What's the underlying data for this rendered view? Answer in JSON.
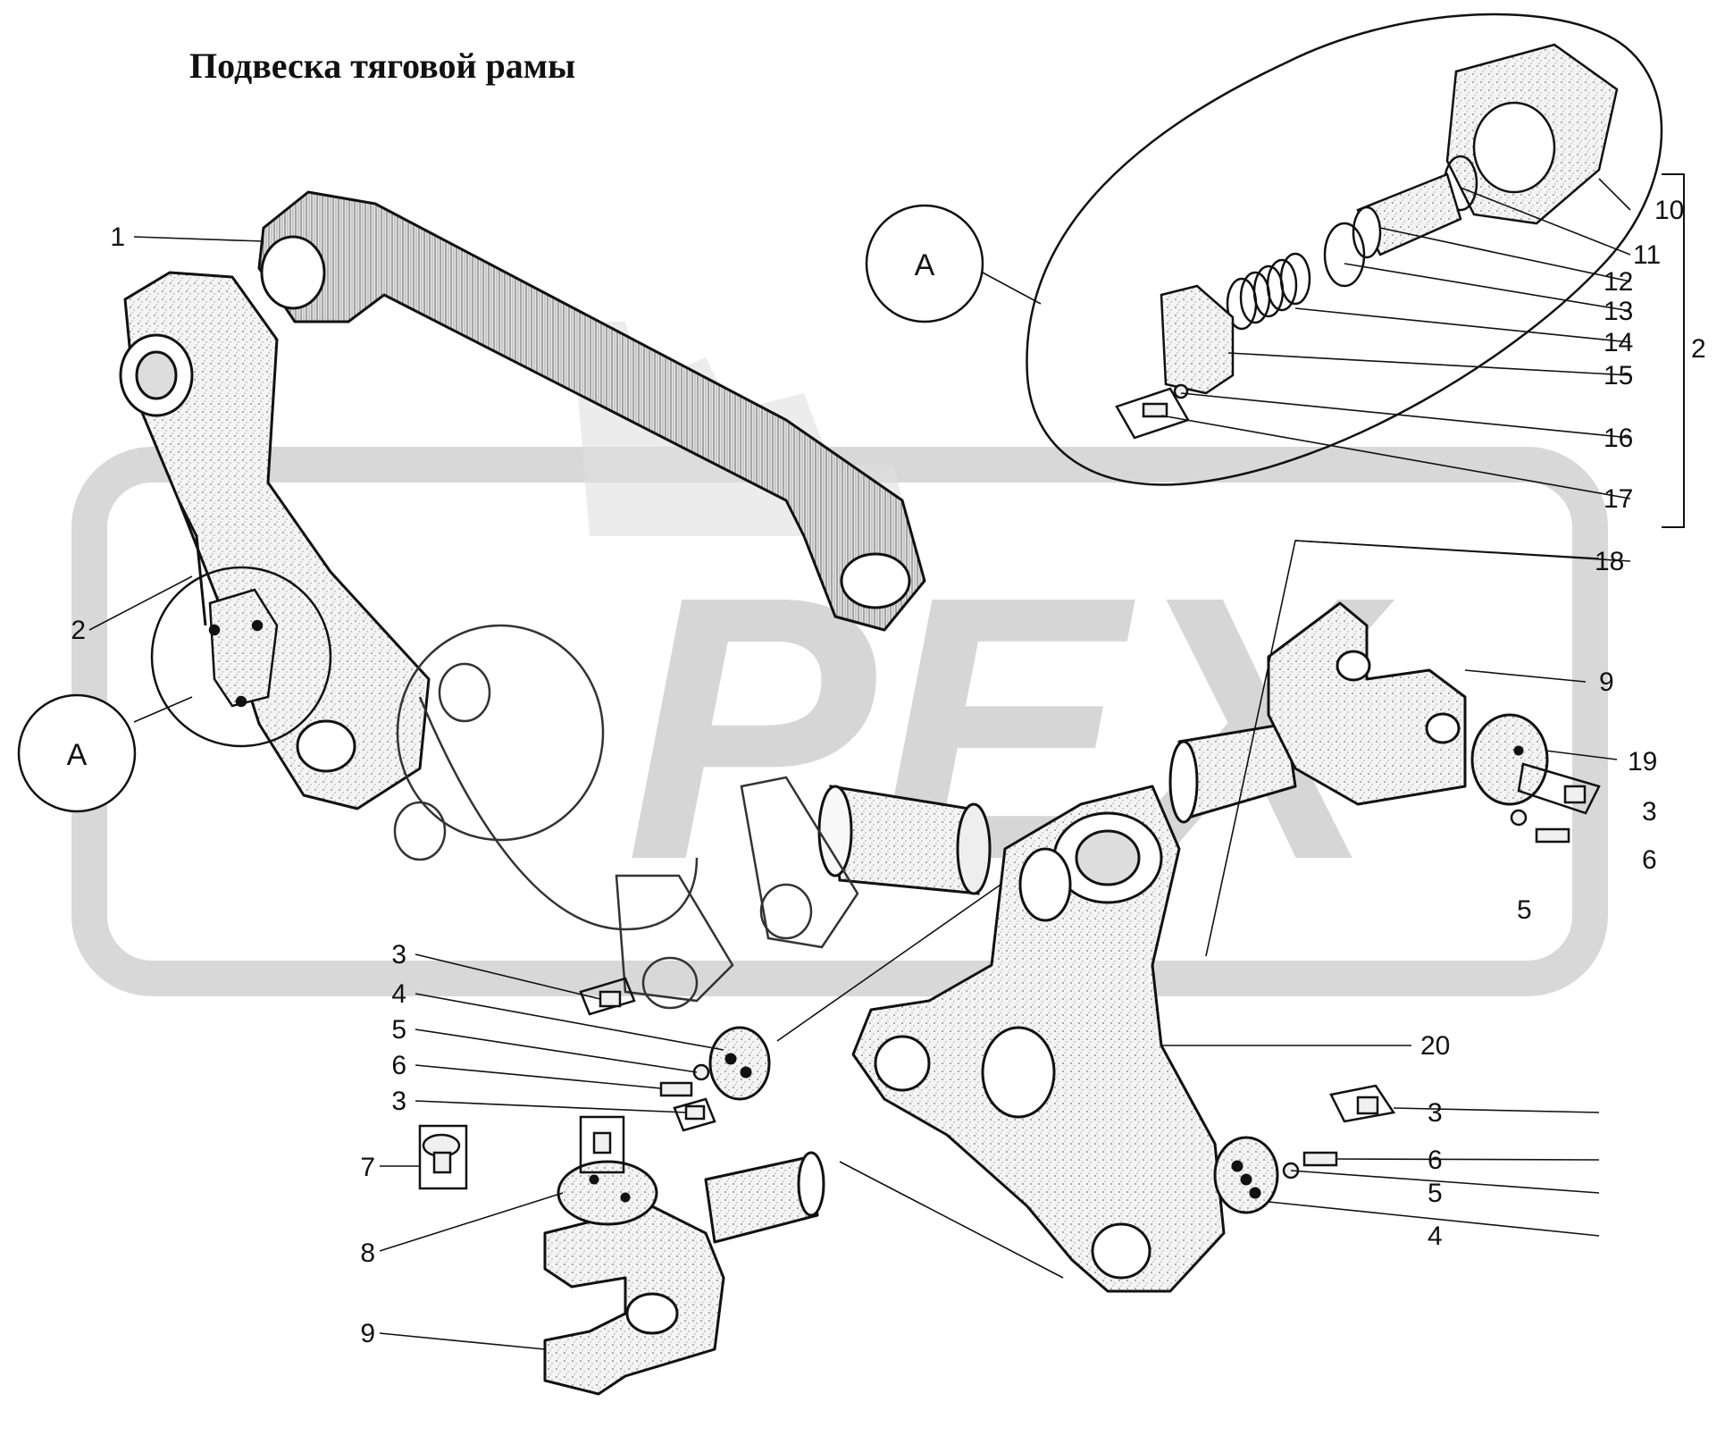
{
  "title": "Подвеска тяговой рамы",
  "watermark": {
    "text": "PEX",
    "color": "#cfcfcf"
  },
  "colors": {
    "ink": "#111111",
    "part_fill": "#f2f2f2",
    "texture": "#888888",
    "paper": "#ffffff"
  },
  "detail_callouts": [
    {
      "id": "detail-a-left",
      "letter": "A"
    },
    {
      "id": "detail-a-right",
      "letter": "A"
    }
  ],
  "part_labels": [
    {
      "n": "1",
      "anchor": "end"
    },
    {
      "n": "2",
      "anchor": "end"
    },
    {
      "n": "3",
      "anchor": "end"
    },
    {
      "n": "4",
      "anchor": "end"
    },
    {
      "n": "5",
      "anchor": "end"
    },
    {
      "n": "6",
      "anchor": "end"
    },
    {
      "n": "3",
      "anchor": "end"
    },
    {
      "n": "7",
      "anchor": "end"
    },
    {
      "n": "8",
      "anchor": "end"
    },
    {
      "n": "9",
      "anchor": "end"
    },
    {
      "n": "10",
      "anchor": "start"
    },
    {
      "n": "11",
      "anchor": "start"
    },
    {
      "n": "12",
      "anchor": "start"
    },
    {
      "n": "13",
      "anchor": "start"
    },
    {
      "n": "14",
      "anchor": "start"
    },
    {
      "n": "15",
      "anchor": "start"
    },
    {
      "n": "16",
      "anchor": "start"
    },
    {
      "n": "17",
      "anchor": "start"
    },
    {
      "n": "2",
      "anchor": "start"
    },
    {
      "n": "18",
      "anchor": "start"
    },
    {
      "n": "9",
      "anchor": "start"
    },
    {
      "n": "19",
      "anchor": "start"
    },
    {
      "n": "3",
      "anchor": "start"
    },
    {
      "n": "6",
      "anchor": "start"
    },
    {
      "n": "5",
      "anchor": "start"
    },
    {
      "n": "20",
      "anchor": "start"
    },
    {
      "n": "3",
      "anchor": "start"
    },
    {
      "n": "6",
      "anchor": "start"
    },
    {
      "n": "5",
      "anchor": "start"
    },
    {
      "n": "4",
      "anchor": "start"
    }
  ]
}
